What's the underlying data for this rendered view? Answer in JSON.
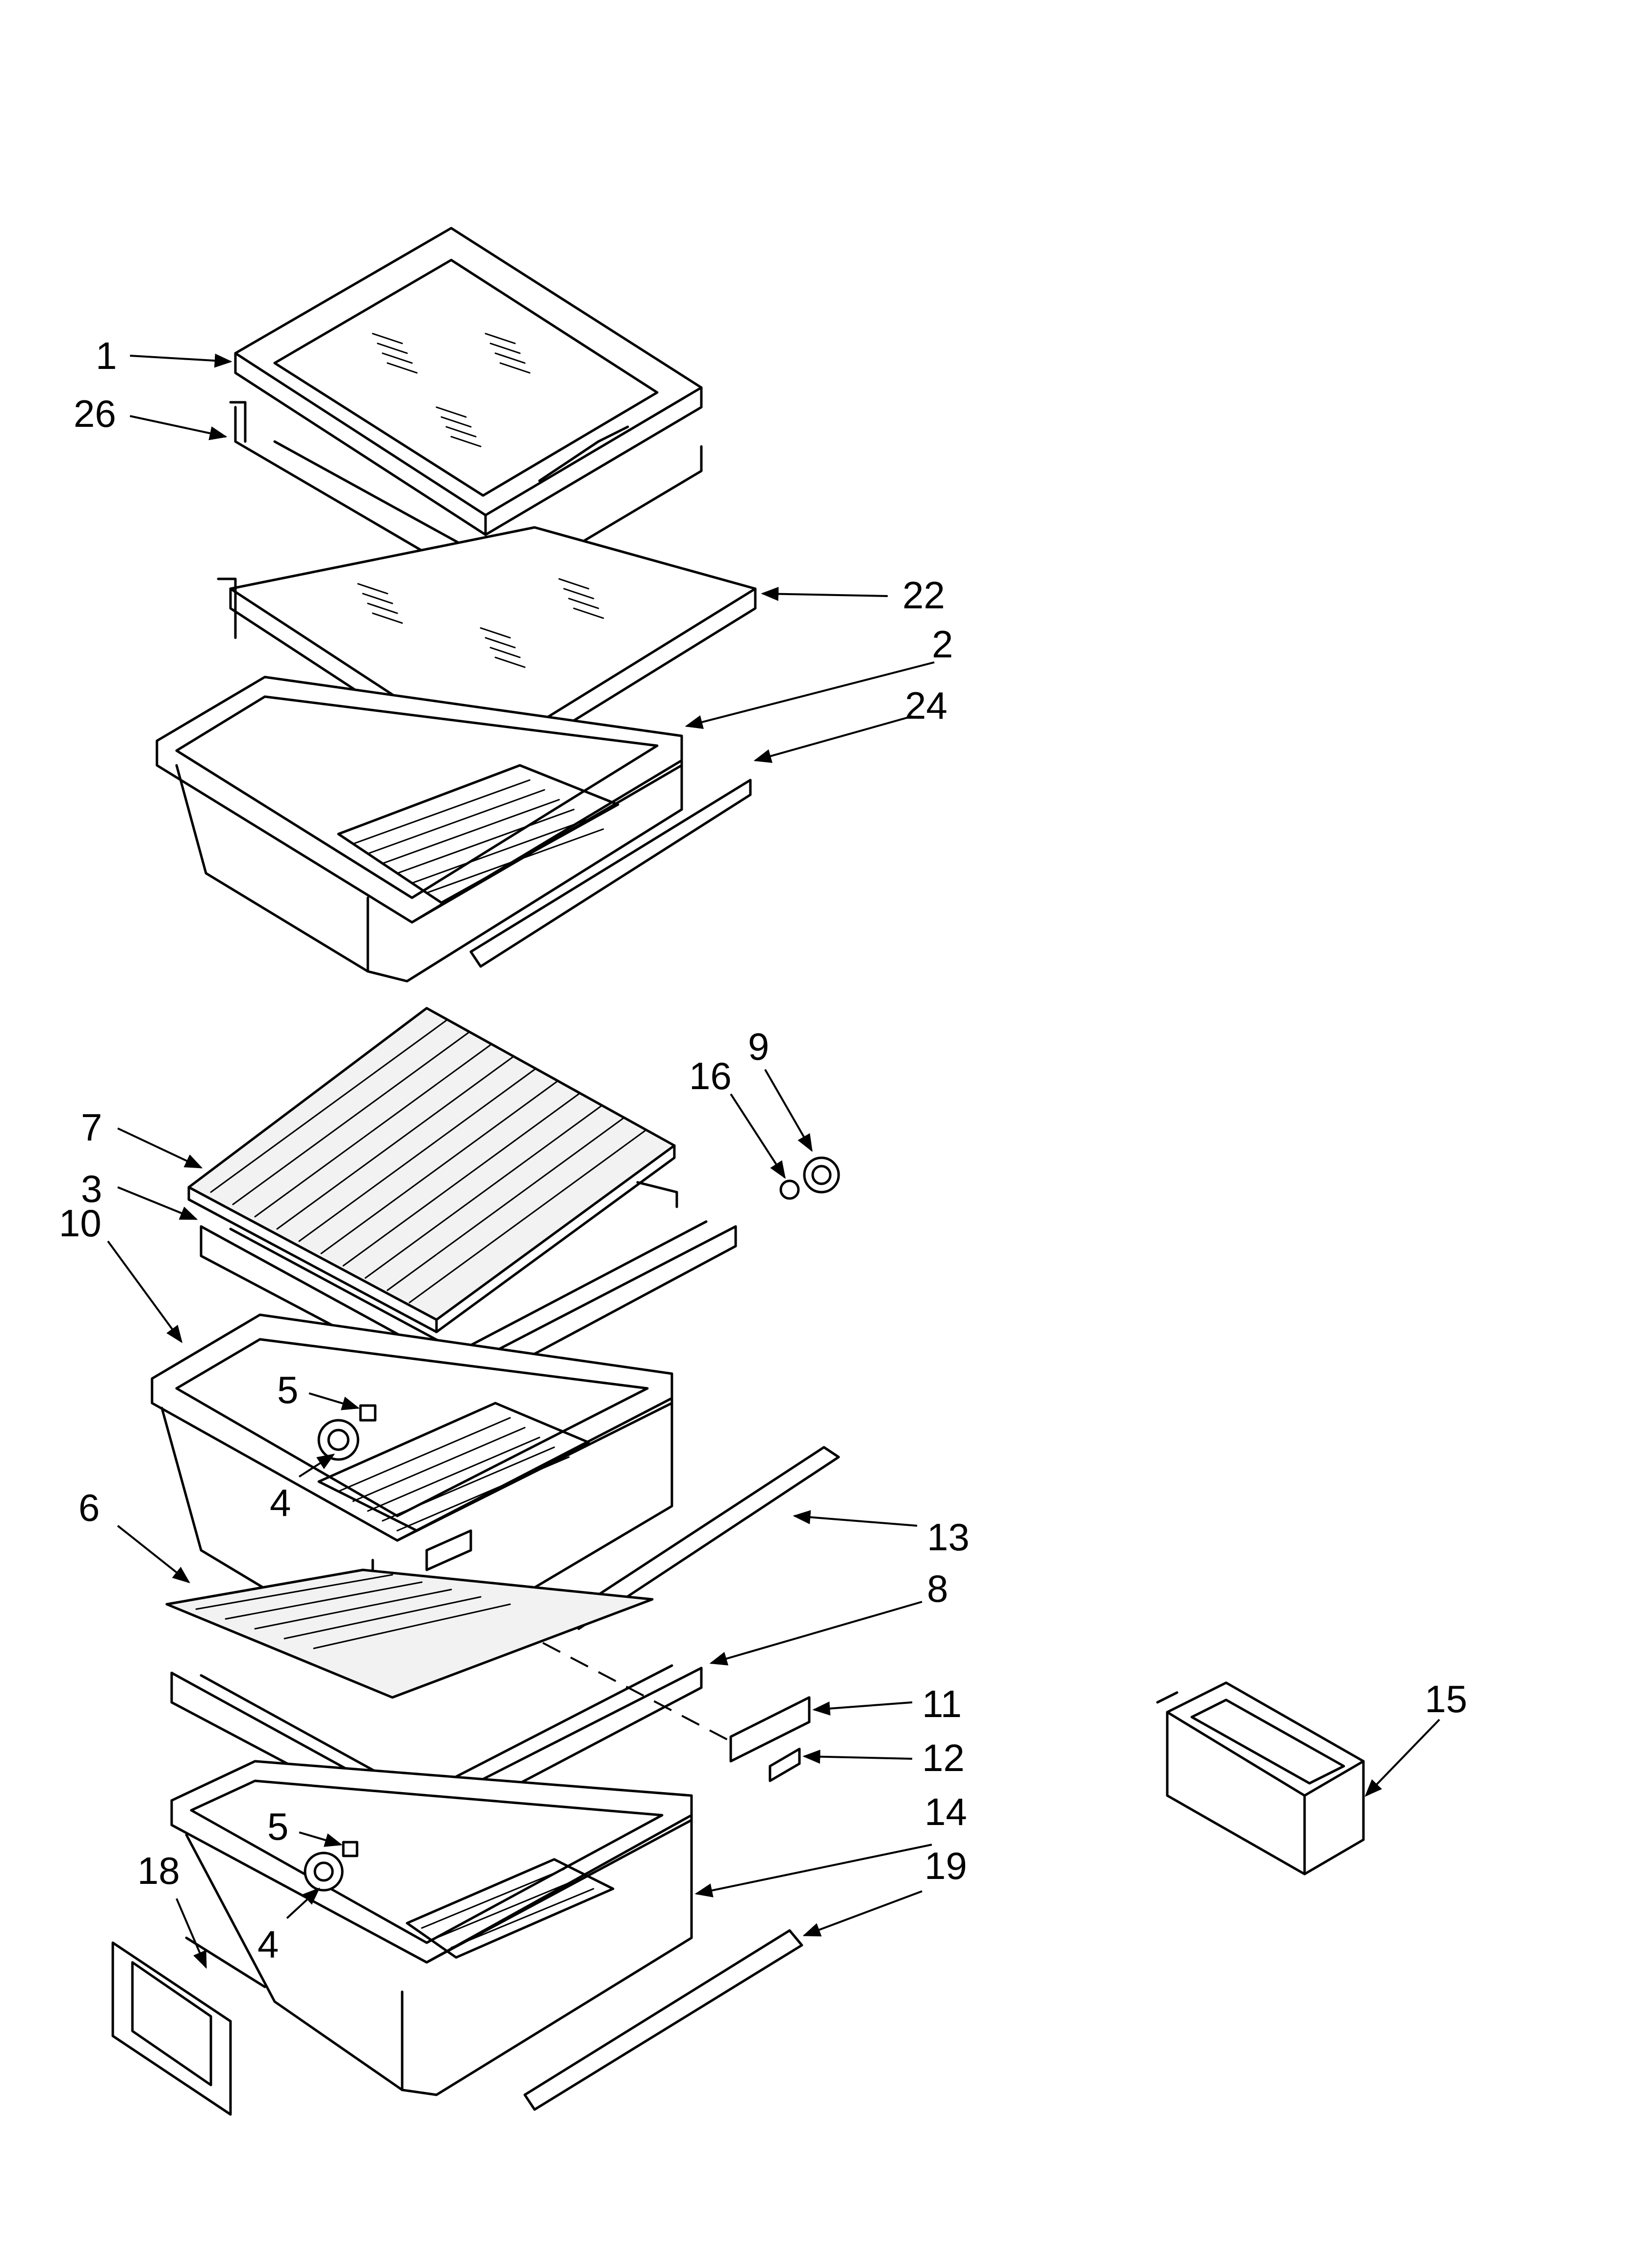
{
  "diagram": {
    "type": "exploded-parts-view",
    "callouts": [
      {
        "id": "c1",
        "label": "1"
      },
      {
        "id": "c26",
        "label": "26"
      },
      {
        "id": "c22",
        "label": "22"
      },
      {
        "id": "c2",
        "label": "2"
      },
      {
        "id": "c24",
        "label": "24"
      },
      {
        "id": "c9",
        "label": "9"
      },
      {
        "id": "c16",
        "label": "16"
      },
      {
        "id": "c7",
        "label": "7"
      },
      {
        "id": "c3",
        "label": "3"
      },
      {
        "id": "c10",
        "label": "10"
      },
      {
        "id": "c5a",
        "label": "5"
      },
      {
        "id": "c4a",
        "label": "4"
      },
      {
        "id": "c13",
        "label": "13"
      },
      {
        "id": "c6",
        "label": "6"
      },
      {
        "id": "c8",
        "label": "8"
      },
      {
        "id": "c11",
        "label": "11"
      },
      {
        "id": "c12",
        "label": "12"
      },
      {
        "id": "c15",
        "label": "15"
      },
      {
        "id": "c5b",
        "label": "5"
      },
      {
        "id": "c14",
        "label": "14"
      },
      {
        "id": "c18",
        "label": "18"
      },
      {
        "id": "c19",
        "label": "19"
      },
      {
        "id": "c4b",
        "label": "4"
      }
    ]
  }
}
